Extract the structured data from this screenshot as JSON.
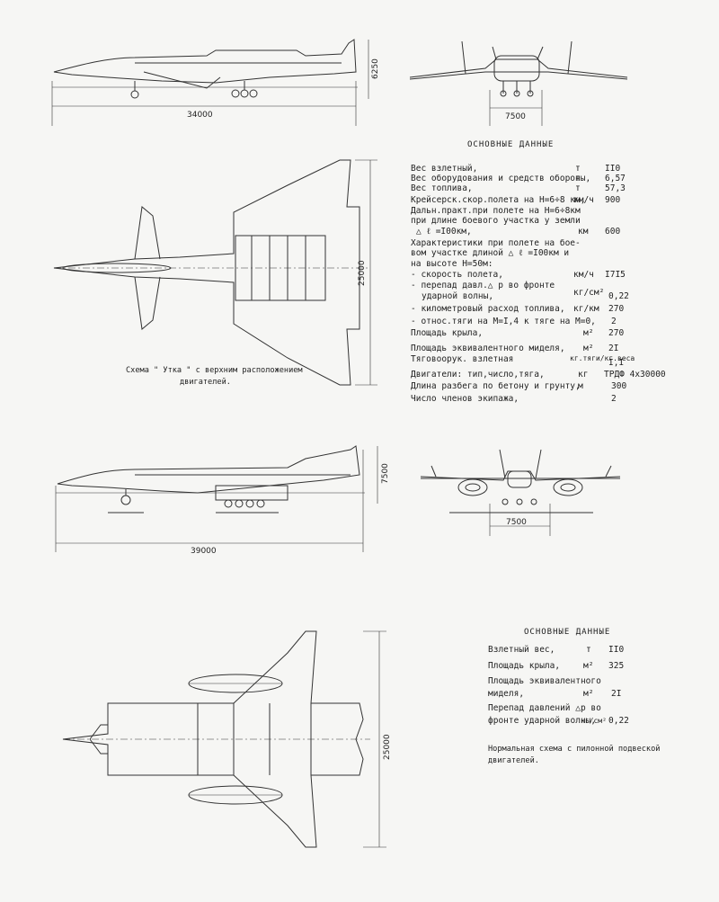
{
  "dims": {
    "top_length": "34000",
    "top_height": "6250",
    "top_span": "7500",
    "plan1_span": "25000",
    "mid_length": "39000",
    "mid_height": "7500",
    "mid_span": "7500",
    "plan2_span": "25000"
  },
  "section1": {
    "header": "ОСНОВНЫЕ  ДАННЫЕ",
    "rows": [
      {
        "label": "Вес взлетный,",
        "unit": "т",
        "value": "II0"
      },
      {
        "label": "Вес оборудования и средств обороны,",
        "unit": "т",
        "value": "6,57"
      },
      {
        "label": "Вес топлива,",
        "unit": "т",
        "value": "57,3"
      },
      {
        "label": "Крейсерск.скор.полета на Н=6÷8 км,",
        "unit": "км/ч",
        "value": "900"
      },
      {
        "label": "Дальн.практ.при полете на Н=6÷8км",
        "unit": "",
        "value": ""
      },
      {
        "label": "при длине боевого участка у земли",
        "unit": "",
        "value": ""
      },
      {
        "label": "△ ℓ =I00км,",
        "unit": "км",
        "value": "600"
      },
      {
        "label": "Характеристики при полете на бое-",
        "unit": "",
        "value": ""
      },
      {
        "label": "вом участке длиной △ ℓ =I00км и",
        "unit": "",
        "value": ""
      },
      {
        "label": "на высоте Н=50м:",
        "unit": "",
        "value": ""
      },
      {
        "label": "- скорость полета,",
        "unit": "км/ч",
        "value": "I7I5"
      },
      {
        "label": "- перепад давл.△ р во фронте",
        "unit": "",
        "value": ""
      },
      {
        "label": "ударной волны,",
        "unit": "кг/см²",
        "value": "0,22"
      },
      {
        "label": "- километровый расход топлива,",
        "unit": "кг/км",
        "value": "270"
      },
      {
        "label": "- относ.тяги на М=I,4 к тяге на М=0,",
        "unit": "",
        "value": "2"
      },
      {
        "label": "Площадь крыла,",
        "unit": "м²",
        "value": "270"
      },
      {
        "label": "Площадь эквивалентного миделя,",
        "unit": "м²",
        "value": "2I"
      },
      {
        "label": "Тяговоорук. взлетная",
        "unit": "кг.тяги/кг.веса",
        "value": "I,I"
      },
      {
        "label": "Двигатели: тип,число,тяга,",
        "unit": "кг",
        "value": "ТРДФ 4х30000"
      },
      {
        "label": "Длина разбега по бетону и грунту,",
        "unit": "м",
        "value": "300"
      },
      {
        "label": "Число членов экипажа,",
        "unit": "",
        "value": "2"
      }
    ]
  },
  "caption1": {
    "line1": "Схема \" Утка \" с верхним расположением",
    "line2": "двигателей."
  },
  "section2": {
    "header": "ОСНОВНЫЕ  ДАННЫЕ",
    "rows": [
      {
        "label": "Взлетный вес,",
        "unit": "т",
        "value": "II0"
      },
      {
        "label": "Площадь крыла,",
        "unit": "м²",
        "value": "325"
      },
      {
        "label": "Площадь эквивалентного",
        "unit": "",
        "value": ""
      },
      {
        "label": "миделя,",
        "unit": "м²",
        "value": "2I"
      },
      {
        "label": "Перепад давлений △р во",
        "unit": "",
        "value": ""
      },
      {
        "label": "фронте ударной волны,",
        "unit": "кг/см²",
        "value": "0,22"
      }
    ]
  },
  "caption2": {
    "line1": "Нормальная схема с пилонной подвеской",
    "line2": "двигателей."
  }
}
